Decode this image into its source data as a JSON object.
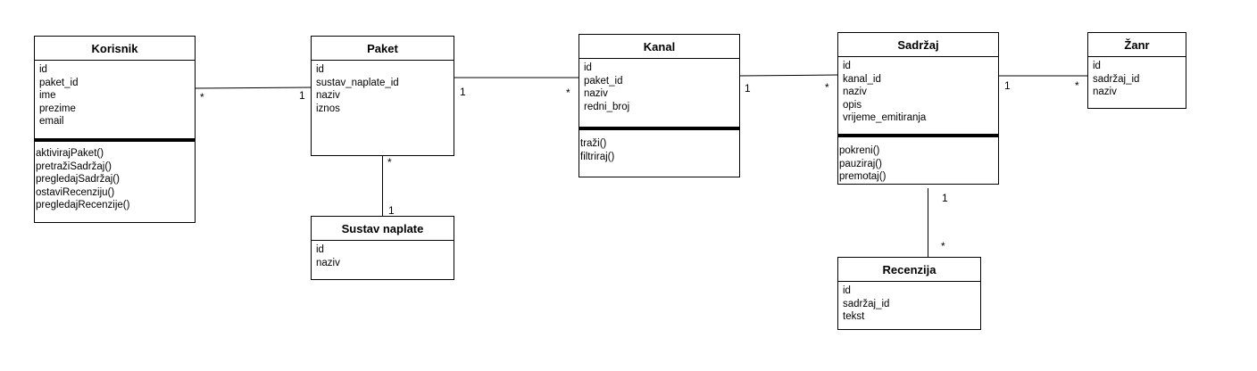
{
  "classes": {
    "korisnik": {
      "name": "Korisnik",
      "attributes": [
        "id",
        "paket_id",
        "ime",
        "prezime",
        "email"
      ],
      "operations": [
        "aktivirajPaket()",
        "pretražiSadržaj()",
        "pregledajSadržaj()",
        "ostaviRecenziju()",
        "pregledajRecenzije()"
      ]
    },
    "paket": {
      "name": "Paket",
      "attributes": [
        "id",
        "sustav_naplate_id",
        "naziv",
        "iznos"
      ],
      "operations": []
    },
    "sustav_naplate": {
      "name": "Sustav naplate",
      "attributes": [
        "id",
        "naziv"
      ],
      "operations": []
    },
    "kanal": {
      "name": "Kanal",
      "attributes": [
        "id",
        "paket_id",
        "naziv",
        "redni_broj"
      ],
      "operations": [
        "traži()",
        "filtriraj()"
      ]
    },
    "sadrzaj": {
      "name": "Sadržaj",
      "attributes": [
        "id",
        "kanal_id",
        "naziv",
        "opis",
        "vrijeme_emitiranja"
      ],
      "operations": [
        "pokreni()",
        "pauziraj()",
        "premotaj()"
      ]
    },
    "zanr": {
      "name": "Žanr",
      "attributes": [
        "id",
        "sadržaj_id",
        "naziv"
      ],
      "operations": []
    },
    "recenzija": {
      "name": "Recenzija",
      "attributes": [
        "id",
        "sadržaj_id",
        "tekst"
      ],
      "operations": []
    }
  },
  "associations": {
    "korisnik_paket": {
      "from": "Korisnik",
      "to": "Paket",
      "from_mult": "*",
      "to_mult": "1"
    },
    "paket_kanal": {
      "from": "Paket",
      "to": "Kanal",
      "from_mult": "1",
      "to_mult": "*"
    },
    "paket_sustav": {
      "from": "Paket",
      "to": "Sustav naplate",
      "from_mult": "*",
      "to_mult": "1"
    },
    "kanal_sadrzaj": {
      "from": "Kanal",
      "to": "Sadržaj",
      "from_mult": "1",
      "to_mult": "*"
    },
    "sadrzaj_zanr": {
      "from": "Sadržaj",
      "to": "Žanr",
      "from_mult": "1",
      "to_mult": "*"
    },
    "sadrzaj_recenzija": {
      "from": "Sadržaj",
      "to": "Recenzija",
      "from_mult": "1",
      "to_mult": "*"
    }
  }
}
